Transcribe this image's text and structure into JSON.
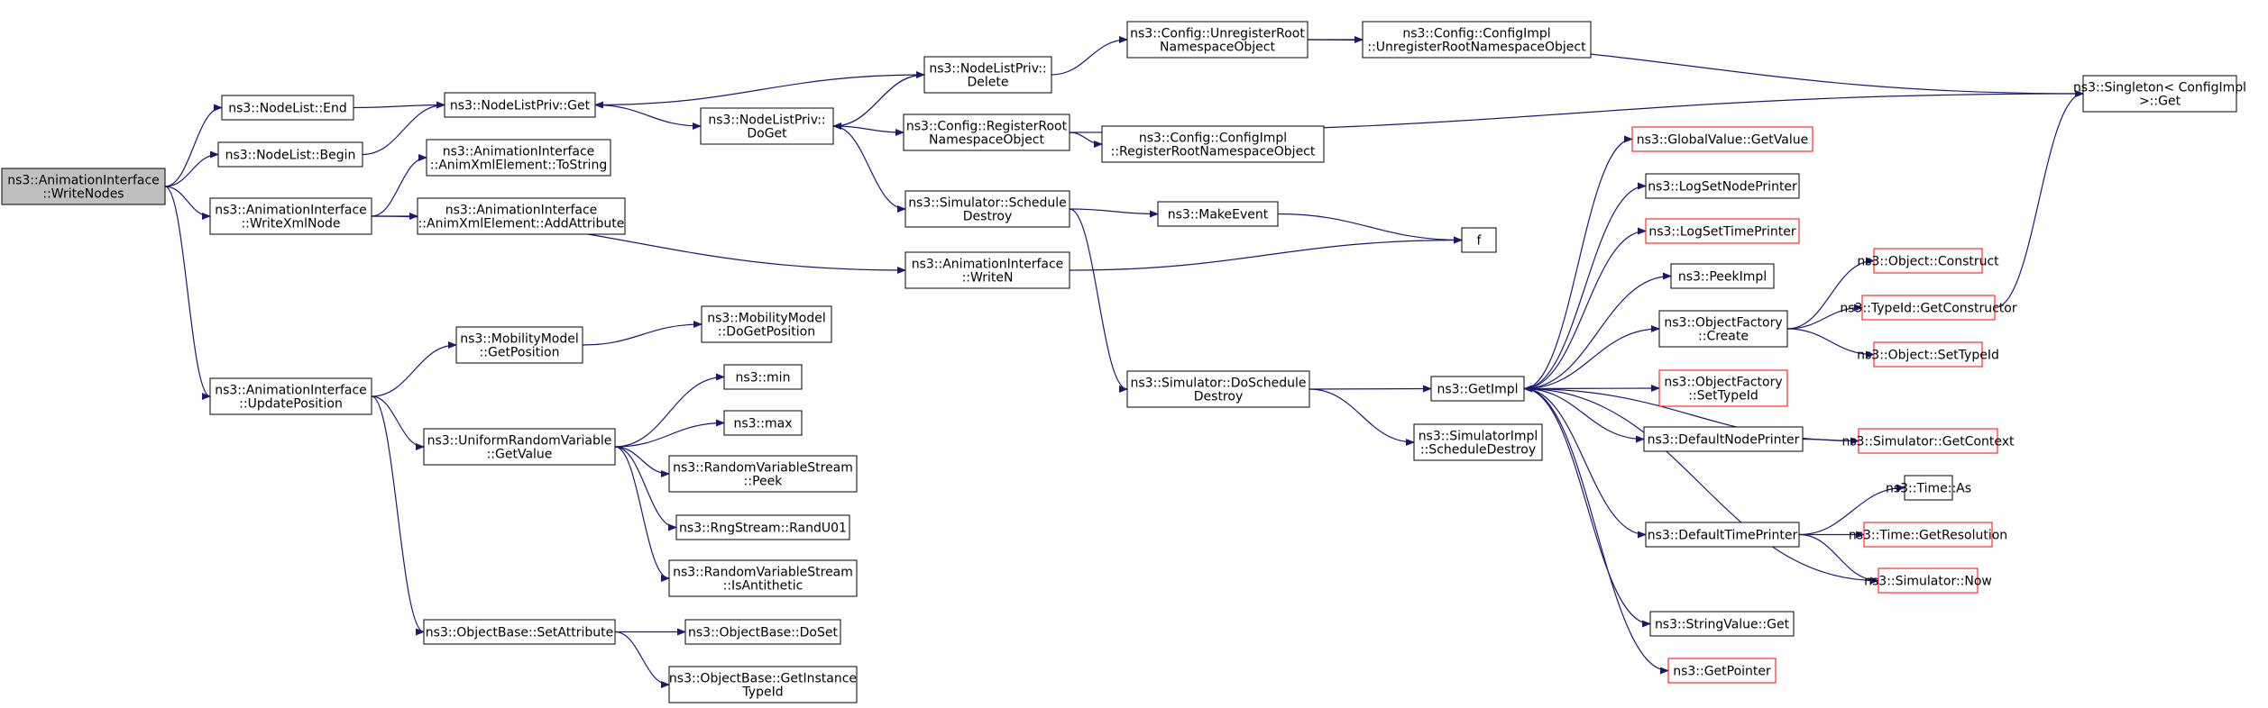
{
  "colors": {
    "edge": "#191970",
    "box_border": "#000000",
    "box_border_truncated": "#ff0000",
    "root_fill": "#bfbfbf",
    "box_fill": "#ffffff",
    "text": "#000000"
  },
  "nodes": {
    "wn": {
      "lines": [
        "ns3::AnimationInterface",
        "::WriteNodes"
      ],
      "root": true
    },
    "nle": {
      "lines": [
        "ns3::NodeList::End"
      ]
    },
    "nlb": {
      "lines": [
        "ns3::NodeList::Begin"
      ]
    },
    "wxml": {
      "lines": [
        "ns3::AnimationInterface",
        "::WriteXmlNode"
      ]
    },
    "upd": {
      "lines": [
        "ns3::AnimationInterface",
        "::UpdatePosition"
      ]
    },
    "nlpg": {
      "lines": [
        "ns3::NodeListPriv::Get"
      ]
    },
    "tostr": {
      "lines": [
        "ns3::AnimationInterface",
        "::AnimXmlElement::ToString"
      ]
    },
    "addattr": {
      "lines": [
        "ns3::AnimationInterface",
        "::AnimXmlElement::AddAttribute"
      ]
    },
    "mmgp": {
      "lines": [
        "ns3::MobilityModel",
        "::GetPosition"
      ]
    },
    "urvgv": {
      "lines": [
        "ns3::UniformRandomVariable",
        "::GetValue"
      ]
    },
    "obsa": {
      "lines": [
        "ns3::ObjectBase::SetAttribute"
      ]
    },
    "nlpdoget": {
      "lines": [
        "ns3::NodeListPriv::",
        "DoGet"
      ]
    },
    "nlpdel": {
      "lines": [
        "ns3::NodeListPriv::",
        "Delete"
      ]
    },
    "mmdgp": {
      "lines": [
        "ns3::MobilityModel",
        "::DoGetPosition"
      ]
    },
    "min": {
      "lines": [
        "ns3::min"
      ]
    },
    "max": {
      "lines": [
        "ns3::max"
      ]
    },
    "rvspeek": {
      "lines": [
        "ns3::RandomVariableStream",
        "::Peek"
      ]
    },
    "randu01": {
      "lines": [
        "ns3::RngStream::RandU01"
      ]
    },
    "isanti": {
      "lines": [
        "ns3::RandomVariableStream",
        "::IsAntithetic"
      ]
    },
    "obdoset": {
      "lines": [
        "ns3::ObjectBase::DoSet"
      ]
    },
    "obgit": {
      "lines": [
        "ns3::ObjectBase::GetInstance",
        "TypeId"
      ]
    },
    "cfgunreg": {
      "lines": [
        "ns3::Config::UnregisterRoot",
        "NamespaceObject"
      ]
    },
    "cfgreg": {
      "lines": [
        "ns3::Config::RegisterRoot",
        "NamespaceObject"
      ]
    },
    "simsd": {
      "lines": [
        "ns3::Simulator::Schedule",
        "Destroy"
      ]
    },
    "writen": {
      "lines": [
        "ns3::AnimationInterface",
        "::WriteN"
      ]
    },
    "implunreg": {
      "lines": [
        "ns3::Config::ConfigImpl",
        "::UnregisterRootNamespaceObject"
      ]
    },
    "implreg": {
      "lines": [
        "ns3::Config::ConfigImpl",
        "::RegisterRootNamespaceObject"
      ]
    },
    "makeevent": {
      "lines": [
        "ns3::MakeEvent"
      ]
    },
    "f": {
      "lines": [
        "f"
      ]
    },
    "simdsd": {
      "lines": [
        "ns3::Simulator::DoSchedule",
        "Destroy"
      ]
    },
    "getimpl": {
      "lines": [
        "ns3::GetImpl"
      ]
    },
    "simimplsd": {
      "lines": [
        "ns3::SimulatorImpl",
        "::ScheduleDestroy"
      ]
    },
    "singleton": {
      "lines": [
        "ns3::Singleton< ConfigImpl",
        " >::Get"
      ]
    },
    "gvgv": {
      "lines": [
        "ns3::GlobalValue::GetValue"
      ],
      "truncated": true
    },
    "lsnp": {
      "lines": [
        "ns3::LogSetNodePrinter"
      ]
    },
    "lstp": {
      "lines": [
        "ns3::LogSetTimePrinter"
      ],
      "truncated": true
    },
    "peekimpl": {
      "lines": [
        "ns3::PeekImpl"
      ]
    },
    "ofcreate": {
      "lines": [
        "ns3::ObjectFactory",
        "::Create"
      ]
    },
    "ofsettid": {
      "lines": [
        "ns3::ObjectFactory",
        "::SetTypeId"
      ],
      "truncated": true
    },
    "dnp": {
      "lines": [
        "ns3::DefaultNodePrinter"
      ]
    },
    "dtp": {
      "lines": [
        "ns3::DefaultTimePrinter"
      ]
    },
    "svget": {
      "lines": [
        "ns3::StringValue::Get"
      ]
    },
    "getptr": {
      "lines": [
        "ns3::GetPointer"
      ],
      "truncated": true
    },
    "objconst": {
      "lines": [
        "ns3::Object::Construct"
      ],
      "truncated": true
    },
    "tidgc": {
      "lines": [
        "ns3::TypeId::GetConstructor"
      ],
      "truncated": true
    },
    "objsettid": {
      "lines": [
        "ns3::Object::SetTypeId"
      ],
      "truncated": true
    },
    "simgc": {
      "lines": [
        "ns3::Simulator::GetContext"
      ],
      "truncated": true
    },
    "timeas": {
      "lines": [
        "ns3::Time::As"
      ]
    },
    "timegr": {
      "lines": [
        "ns3::Time::GetResolution"
      ],
      "truncated": true
    },
    "simnow": {
      "lines": [
        "ns3::Simulator::Now"
      ],
      "truncated": true
    }
  },
  "edges": [
    [
      "wn",
      "nle"
    ],
    [
      "wn",
      "nlb"
    ],
    [
      "wn",
      "wxml"
    ],
    [
      "wn",
      "upd"
    ],
    [
      "nle",
      "nlpg"
    ],
    [
      "nlb",
      "nlpg"
    ],
    [
      "wxml",
      "tostr"
    ],
    [
      "wxml",
      "addattr"
    ],
    [
      "wxml",
      "writen"
    ],
    [
      "upd",
      "mmgp"
    ],
    [
      "upd",
      "urvgv"
    ],
    [
      "upd",
      "obsa"
    ],
    [
      "nlpg",
      "nlpdoget"
    ],
    [
      "nlpdoget",
      "nlpdel"
    ],
    [
      "nlpdoget",
      "cfgreg"
    ],
    [
      "nlpdoget",
      "simsd"
    ],
    [
      "nlpdel",
      "nlpg"
    ],
    [
      "nlpdel",
      "nlpdoget"
    ],
    [
      "nlpdel",
      "cfgunreg"
    ],
    [
      "mmgp",
      "mmdgp"
    ],
    [
      "urvgv",
      "min"
    ],
    [
      "urvgv",
      "max"
    ],
    [
      "urvgv",
      "rvspeek"
    ],
    [
      "urvgv",
      "randu01"
    ],
    [
      "urvgv",
      "isanti"
    ],
    [
      "obsa",
      "obdoset"
    ],
    [
      "obsa",
      "obgit"
    ],
    [
      "cfgunreg",
      "implunreg"
    ],
    [
      "cfgunreg",
      "singleton"
    ],
    [
      "cfgreg",
      "implreg"
    ],
    [
      "cfgreg",
      "singleton"
    ],
    [
      "simsd",
      "makeevent"
    ],
    [
      "simsd",
      "simdsd"
    ],
    [
      "writen",
      "f"
    ],
    [
      "makeevent",
      "f"
    ],
    [
      "simdsd",
      "getimpl"
    ],
    [
      "simdsd",
      "simimplsd"
    ],
    [
      "getimpl",
      "gvgv"
    ],
    [
      "getimpl",
      "lsnp"
    ],
    [
      "getimpl",
      "lstp"
    ],
    [
      "getimpl",
      "peekimpl"
    ],
    [
      "getimpl",
      "ofcreate"
    ],
    [
      "getimpl",
      "ofsettid"
    ],
    [
      "getimpl",
      "dnp"
    ],
    [
      "getimpl",
      "dtp"
    ],
    [
      "getimpl",
      "svget"
    ],
    [
      "getimpl",
      "getptr"
    ],
    [
      "ofcreate",
      "objconst"
    ],
    [
      "ofcreate",
      "tidgc"
    ],
    [
      "ofcreate",
      "objsettid"
    ],
    [
      "tidgc",
      "singleton"
    ],
    [
      "dnp",
      "simgc"
    ],
    [
      "simgc",
      "getimpl"
    ],
    [
      "dtp",
      "timeas"
    ],
    [
      "dtp",
      "timegr"
    ],
    [
      "dtp",
      "simnow"
    ],
    [
      "simnow",
      "getimpl"
    ]
  ]
}
